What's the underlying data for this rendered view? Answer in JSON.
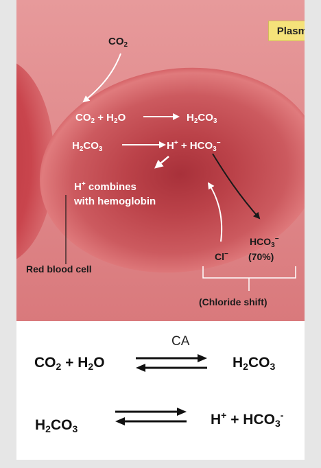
{
  "panel": {
    "plasma_label": "Plasma",
    "rbc_label": "Red blood cell",
    "co2": {
      "main": "CO",
      "sub": "2"
    },
    "reaction1": {
      "co": "CO",
      "sub1": "2",
      "plus_h": " + H",
      "sub2": "2",
      "o": "O",
      "product": "H",
      "product_sub": "2",
      "product_co": "CO",
      "product_sub2": "3"
    },
    "reaction2": {
      "reactant": "H",
      "reactant_sub": "2",
      "reactant_co": "CO",
      "reactant_sub2": "3",
      "h": "H",
      "h_sup": "+",
      "plus_hco": " + HCO",
      "hco_sub": "3",
      "hco_sup": "−"
    },
    "hemoglobin_line1_a": "H",
    "hemoglobin_line1_sup": "+",
    "hemoglobin_line1_b": " combines",
    "hemoglobin_line2": "with hemoglobin",
    "hco3_out": {
      "main": "HCO",
      "sub": "3",
      "sup": "−"
    },
    "percent": "(70%)",
    "cl": {
      "main": "Cl",
      "sup": "−"
    },
    "chloride_shift": "(Chloride shift)"
  },
  "equations": {
    "enzyme": "CA",
    "eq1_left": {
      "a": "CO",
      "a_sub": "2",
      "b": " + H",
      "b_sub": "2",
      "c": "O"
    },
    "eq1_right": {
      "a": "H",
      "a_sub": "2",
      "b": "CO",
      "b_sub": "3"
    },
    "eq2_left": {
      "a": "H",
      "a_sub": "2",
      "b": "CO",
      "b_sub": "3"
    },
    "eq2_right": {
      "a": "H",
      "a_sup": "+",
      "b": " + HCO",
      "b_sub": "3",
      "b_sup": "-"
    }
  },
  "colors": {
    "plasma_bg": "#df8d8f",
    "cell_rim": "#c54a50",
    "cell_center": "#b23a41",
    "label_bg": "#f5e27a"
  }
}
